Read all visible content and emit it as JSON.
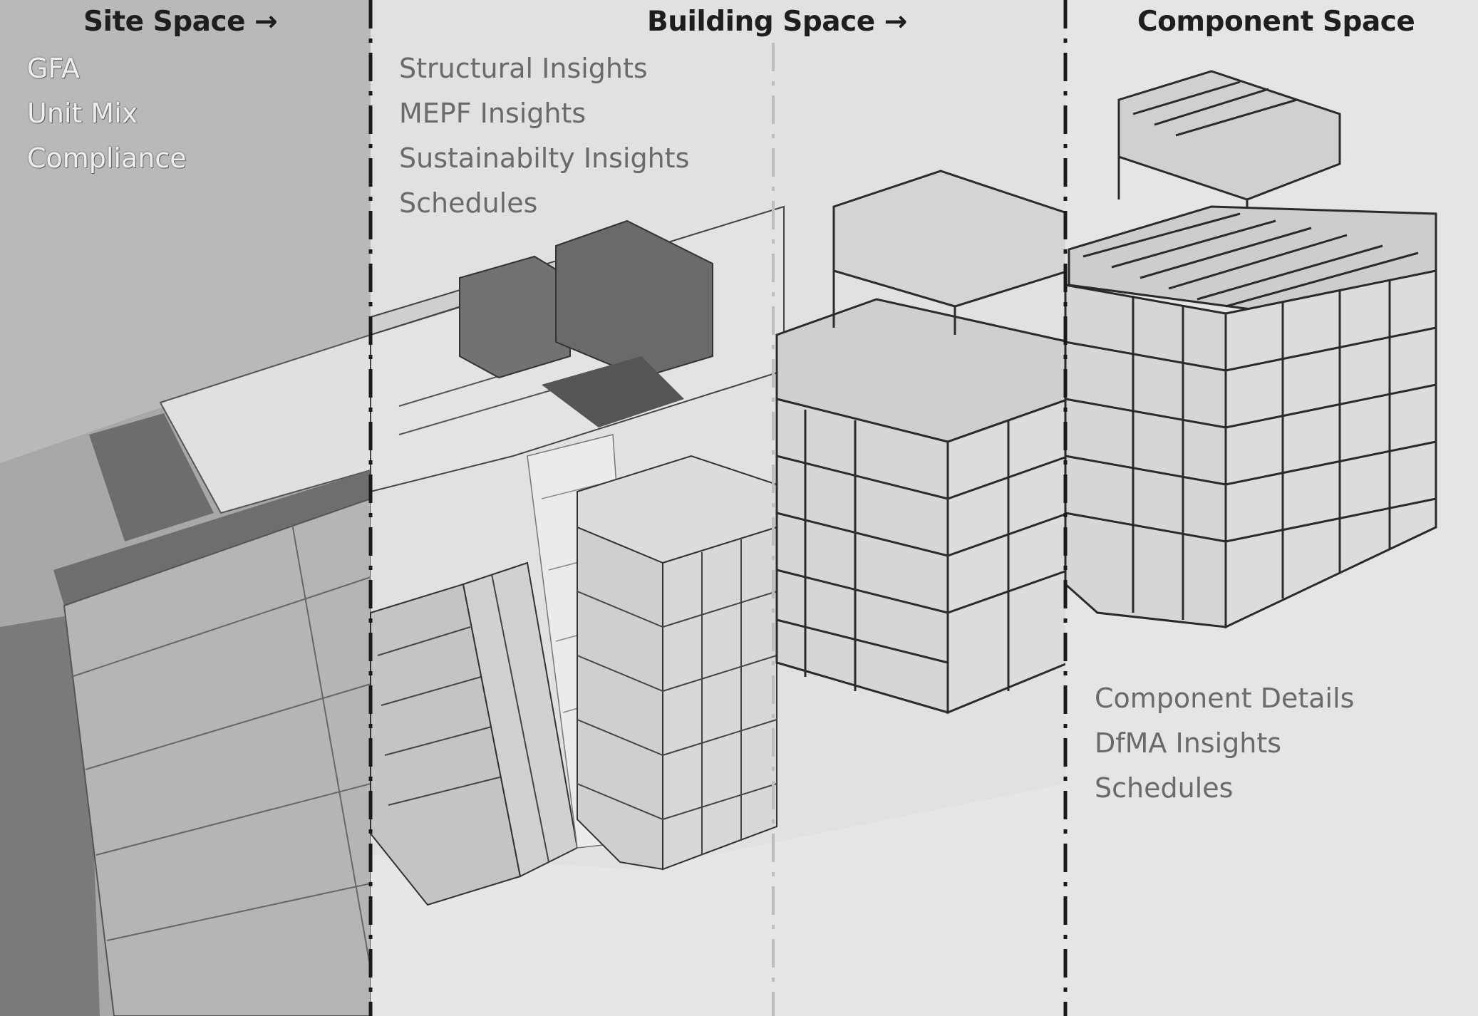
{
  "panels": {
    "site": {
      "title": "Site Space →",
      "metrics": [
        "GFA",
        "Unit Mix",
        "Compliance"
      ]
    },
    "building": {
      "title": "Building Space →",
      "metrics": [
        "Structural Insights",
        "MEPF Insights",
        "Sustainabilty Insights",
        "Schedules"
      ]
    },
    "component": {
      "title": "Component Space",
      "metrics": [
        "Component Details",
        "DfMA Insights",
        "Schedules"
      ]
    }
  },
  "colors": {
    "site_background": "#a9a9a9",
    "building_background": "#e2e2e2",
    "component_background": "#e6e6e6",
    "divider": "#1a1a1a",
    "light_divider": "#bdbdbd"
  }
}
